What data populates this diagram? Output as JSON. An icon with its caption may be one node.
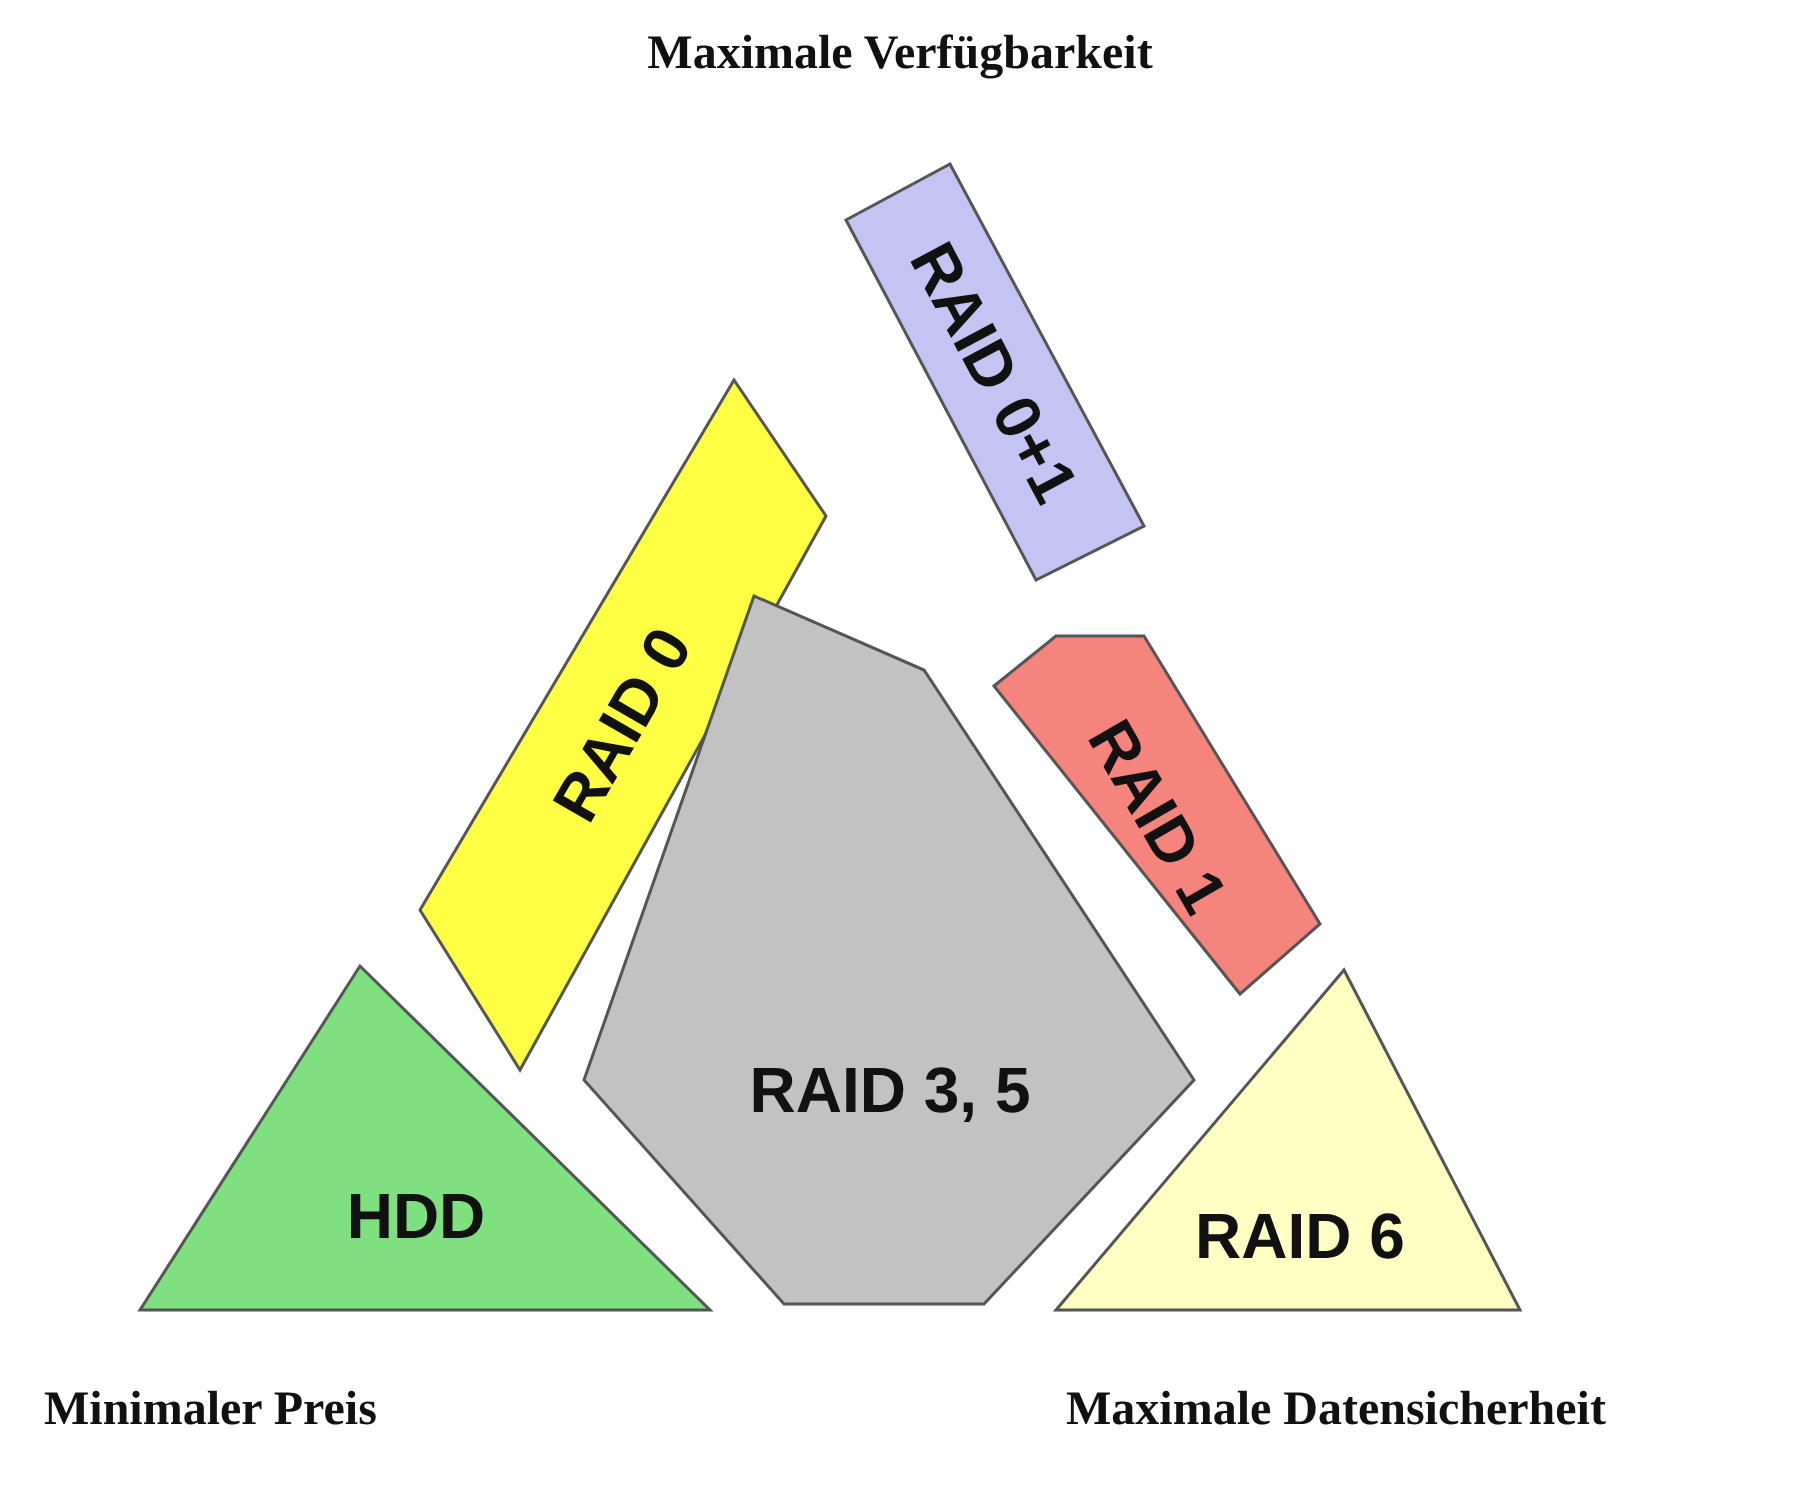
{
  "diagram": {
    "nodes": [
      {
        "text": [
          "RAID 0+1"
        ]
      },
      {
        "text": [
          "RAID 0"
        ]
      },
      {
        "text": [
          "RAID 3, 5"
        ]
      },
      {
        "text": [
          "RAID 1"
        ]
      },
      {
        "text": [
          "HDD"
        ]
      },
      {
        "text": [
          "RAID 6"
        ]
      }
    ],
    "labels": [
      "Maximale Verfügbarkeit",
      "Minimaler Preis",
      "Maximale Datensicherheit"
    ]
  }
}
